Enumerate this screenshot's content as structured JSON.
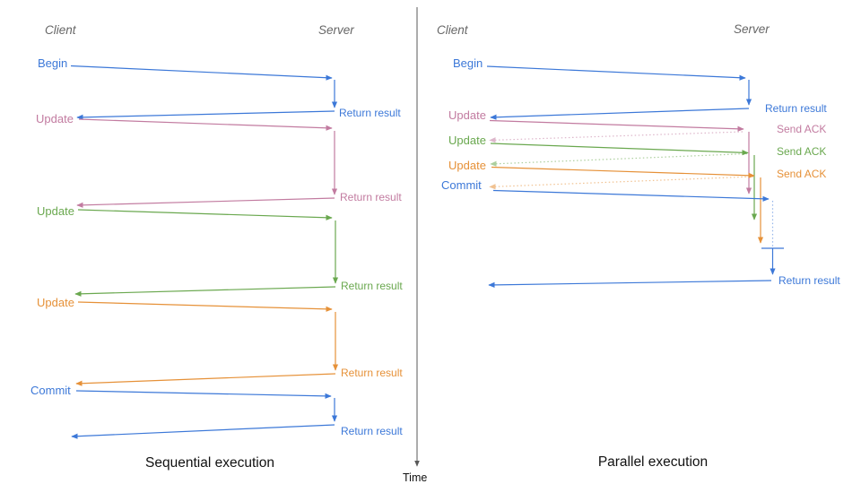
{
  "palette": {
    "blue": "#3c78d8",
    "pink": "#c27ba0",
    "green": "#6aa84f",
    "orange": "#e69138",
    "axis_gray": "#595959",
    "header_gray": "#666666"
  },
  "time_axis": {
    "label": "Time"
  },
  "panels": [
    {
      "title": "Sequential execution",
      "client_header": "Client",
      "server_header": "Server",
      "messages": [
        {
          "label": "Begin",
          "color": "blue",
          "response": "Return result"
        },
        {
          "label": "Update",
          "color": "pink",
          "response": "Return result"
        },
        {
          "label": "Update",
          "color": "green",
          "response": "Return result"
        },
        {
          "label": "Update",
          "color": "orange",
          "response": "Return result"
        },
        {
          "label": "Commit",
          "color": "blue",
          "response": "Return result"
        }
      ]
    },
    {
      "title": "Parallel execution",
      "client_header": "Client",
      "server_header": "Server",
      "messages": [
        {
          "label": "Begin",
          "color": "blue",
          "response": "Return result"
        },
        {
          "label": "Update",
          "color": "pink",
          "response": "Send ACK"
        },
        {
          "label": "Update",
          "color": "green",
          "response": "Send ACK"
        },
        {
          "label": "Update",
          "color": "orange",
          "response": "Send ACK"
        },
        {
          "label": "Commit",
          "color": "blue",
          "response": "Return result"
        }
      ]
    }
  ]
}
